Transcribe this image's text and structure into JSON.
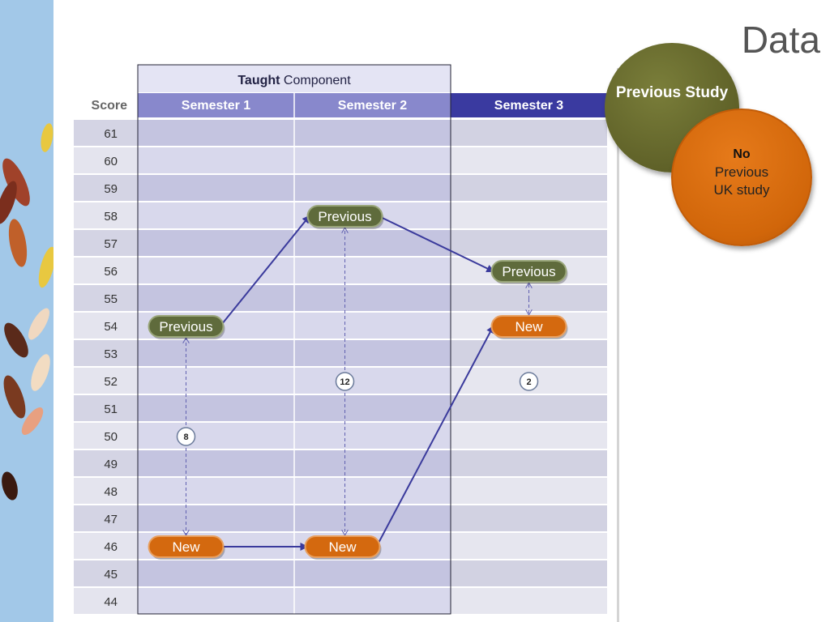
{
  "slide": {
    "title": "Data"
  },
  "chart": {
    "header": {
      "taught_bold": "Taught",
      "taught_rest": " Component"
    },
    "score_header": "Score",
    "semesters": [
      "Semester 1",
      "Semester 2",
      "Semester 3"
    ],
    "scores": [
      61,
      60,
      59,
      58,
      57,
      56,
      55,
      54,
      53,
      52,
      51,
      50,
      49,
      48,
      47,
      46,
      45,
      44
    ],
    "series": [
      {
        "name": "Previous",
        "values": [
          54,
          58,
          56
        ],
        "color": "#5f6b3c"
      },
      {
        "name": "New",
        "values": [
          46,
          46,
          54
        ],
        "color": "#d4690f"
      }
    ],
    "gaps": [
      {
        "semester": 1,
        "value": "8"
      },
      {
        "semester": 2,
        "value": "12"
      },
      {
        "semester": 3,
        "value": "2"
      }
    ],
    "colors": {
      "arrow": "#3a3a9c",
      "header_band": "#8888cc",
      "semester3_band": "#3a3aa0"
    }
  },
  "legend": {
    "previous_study": "Previous Study",
    "no_previous": {
      "line1": "No",
      "line2": "Previous",
      "line3": "UK study"
    },
    "colors": {
      "previous": "#636630",
      "no_previous": "#d4690f"
    }
  }
}
